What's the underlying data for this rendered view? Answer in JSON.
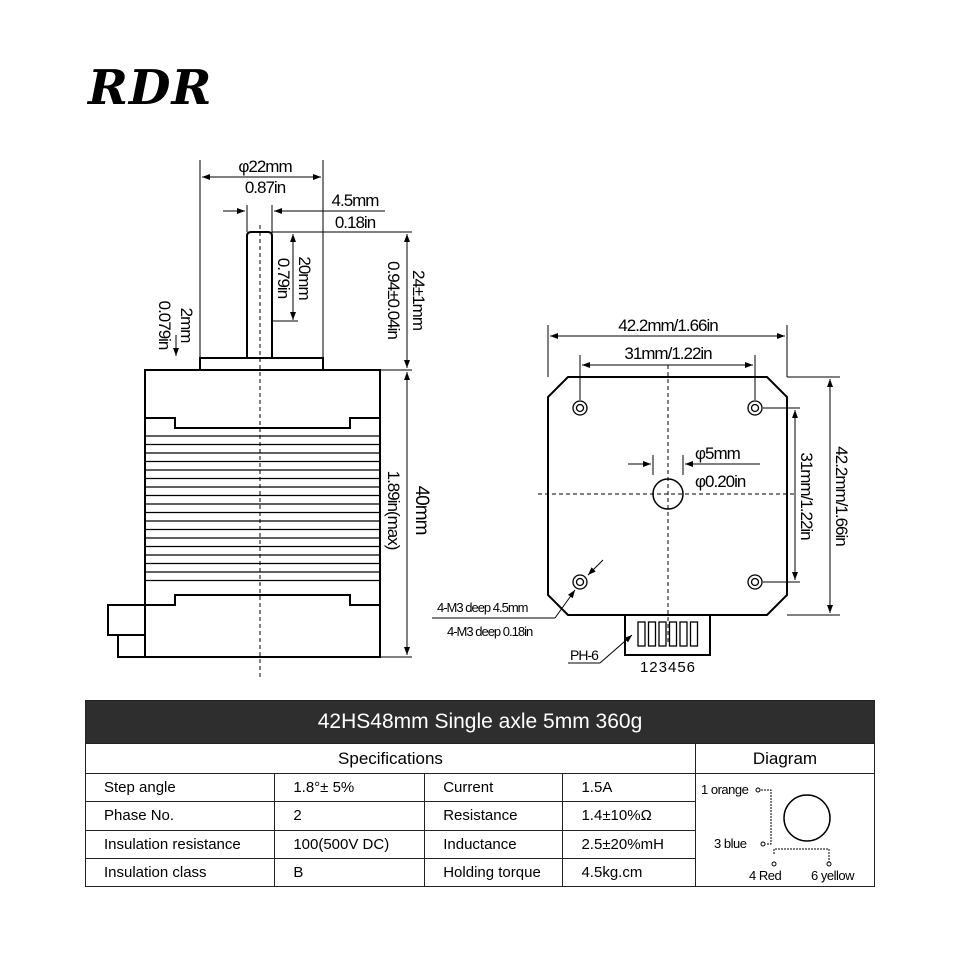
{
  "logo": "RDR",
  "side_view": {
    "flange_dia": "φ22mm",
    "flange_dia_in": "0.87in",
    "shaft_dia": "4.5mm",
    "shaft_dia_in": "0.18in",
    "flat_len": "20mm",
    "flat_len_in": "0.79in",
    "shaft_len": "24±1mm",
    "shaft_len_in": "0.94±0.04in",
    "flange_h": "2mm",
    "flange_h_in": "0.079in",
    "body_len": "40mm",
    "body_len_in": "1.89in(max)"
  },
  "front_view": {
    "width": "42.2mm/1.66in",
    "hole_spacing": "31mm/1.22in",
    "height": "42.2mm/1.66in",
    "hole_spacing_v": "31mm/1.22in",
    "shaft": "φ5mm",
    "shaft_in": "φ0.20in",
    "holes_mm": "4-M3 deep 4.5mm",
    "holes_in": "4-M3 deep 0.18in",
    "connector": "PH-6",
    "pins": "123456"
  },
  "table": {
    "title": "42HS48mm Single axle  5mm  360g",
    "spec_header": "Specifications",
    "diagram_header": "Diagram",
    "rows": [
      [
        "Step angle",
        "1.8°± 5%",
        "Current",
        "1.5A"
      ],
      [
        "Phase No.",
        "2",
        "Resistance",
        "1.4±10%Ω"
      ],
      [
        "Insulation resistance",
        "100(500V  DC)",
        "Inductance",
        "2.5±20%mH"
      ],
      [
        "Insulation class",
        "B",
        "Holding torque",
        "4.5kg.cm"
      ]
    ],
    "wiring": {
      "w1": "1 orange",
      "w3": "3 blue",
      "w4": "4 Red",
      "w6": "6 yellow"
    }
  }
}
